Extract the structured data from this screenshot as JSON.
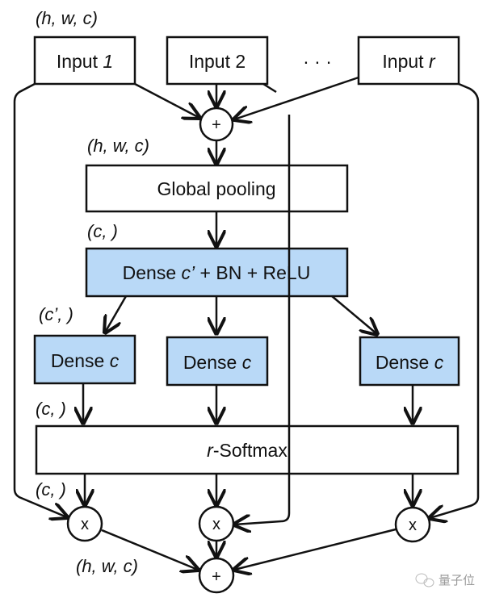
{
  "diagram": {
    "title": "Split-Attention block",
    "colors": {
      "stroke": "#111111",
      "dense_fill": "#b9d9f7",
      "plain_fill": "#ffffff"
    },
    "inputs": [
      {
        "prefix": "Input ",
        "suffix": "1",
        "suffix_italic": true
      },
      {
        "prefix": "Input ",
        "suffix": "2",
        "suffix_italic": false
      },
      {
        "prefix": "Input ",
        "suffix": "r",
        "suffix_italic": true
      }
    ],
    "ellipsis": "· · ·",
    "global_pooling": "Global pooling",
    "dense_reduce": {
      "pre": "Dense ",
      "var": "c’",
      "post": " + BN + ReLU"
    },
    "dense_branches": [
      {
        "pre": "Dense ",
        "var": "c"
      },
      {
        "pre": "Dense ",
        "var": "c"
      },
      {
        "pre": "Dense ",
        "var": "c"
      }
    ],
    "softmax": {
      "var": "r",
      "post": "-Softmax"
    },
    "ops": {
      "sum_symbol": "+",
      "mul_symbol": "x"
    },
    "shape_labels": {
      "input": "(h, w, c)",
      "after_sum": "(h, w, c)",
      "after_pool": "(c, )",
      "after_reduce": "(c’, )",
      "after_dense": "(c, )",
      "after_softmax": "(c, )",
      "output": "(h, w, c)"
    },
    "watermark": "量子位"
  }
}
